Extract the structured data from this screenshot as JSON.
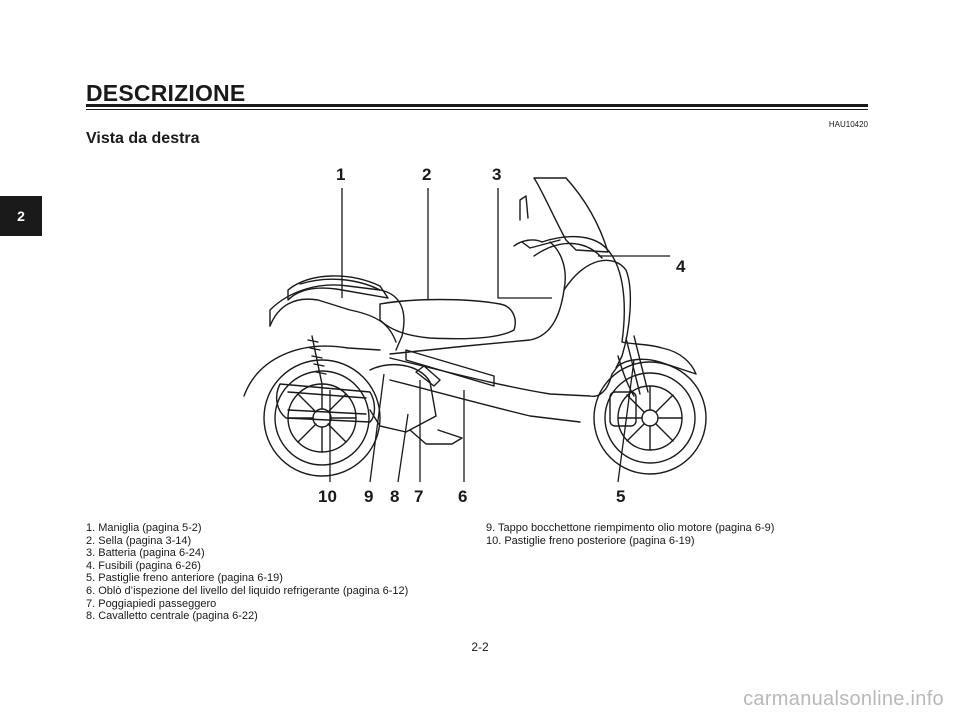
{
  "side_tab": "2",
  "title": "DESCRIZIONE",
  "doc_code": "HAU10420",
  "subtitle": "Vista da destra",
  "callouts": [
    "1",
    "2",
    "3",
    "4",
    "5",
    "6",
    "7",
    "8",
    "9",
    "10"
  ],
  "legend_left": [
    "1. Maniglia (pagina 5-2)",
    "2. Sella (pagina 3-14)",
    "3. Batteria (pagina 6-24)",
    "4. Fusibili (pagina 6-26)",
    "5. Pastiglie freno anteriore (pagina 6-19)",
    "6. Oblò d’ispezione del livello del liquido refrigerante (pagina 6-12)",
    "7. Poggiapiedi passeggero",
    "8. Cavalletto centrale (pagina 6-22)"
  ],
  "legend_right": [
    "9. Tappo bocchettone riempimento olio motore (pagina 6-9)",
    "10. Pastiglie freno posteriore (pagina 6-19)"
  ],
  "page_number": "2-2",
  "watermark": "carmanualsonline.info",
  "colors": {
    "ink": "#1a1a1a",
    "watermark": "#b8b8b8"
  }
}
